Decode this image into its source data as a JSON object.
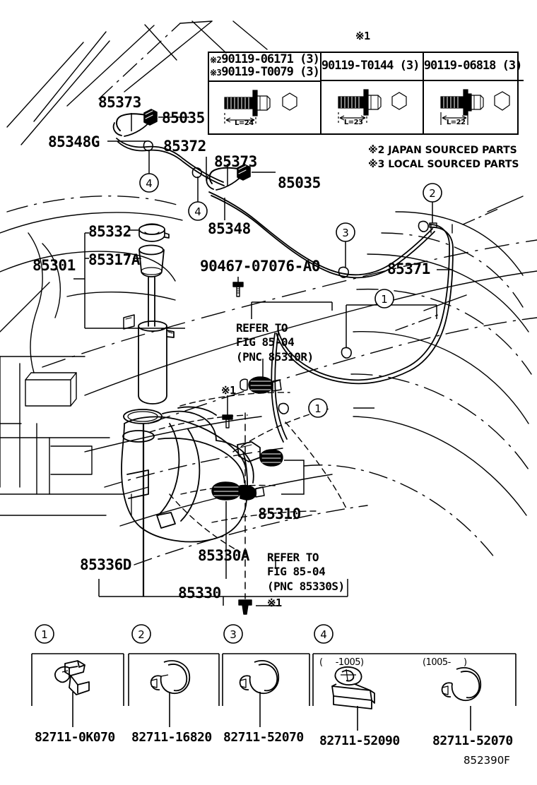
{
  "figure": {
    "code": "852390F",
    "marker1": "※1",
    "marker_asterisk": "※"
  },
  "bolt_table": {
    "header_marker": "※1",
    "columns": [
      {
        "lines": [
          {
            "marker": "※2",
            "part": "90119-06171 (3)"
          },
          {
            "marker": "※3",
            "part": "90119-T0079 (3)"
          }
        ],
        "length_label": "L=24"
      },
      {
        "lines": [
          {
            "marker": "",
            "part": "90119-T0144 (3)"
          }
        ],
        "length_label": "L=23"
      },
      {
        "lines": [
          {
            "marker": "",
            "part": "90119-06818 (3)"
          }
        ],
        "length_label": "L=22"
      }
    ]
  },
  "source_notes": [
    "※2 JAPAN SOURCED PARTS",
    "※3 LOCAL SOURCED PARTS"
  ],
  "diagram_labels": {
    "l_85373_top": "85373",
    "l_85035_top": "85035",
    "l_85348G": "85348G",
    "l_85372": "85372",
    "l_85373_mid": "85373",
    "l_85035_mid": "85035",
    "l_85348": "85348",
    "l_85332": "85332",
    "l_85317A": "85317A",
    "l_85301": "85301",
    "l_90467": "90467-07076-A0",
    "l_85371": "85371",
    "l_85310": "85310",
    "l_85330A": "85330A",
    "l_85336D": "85336D",
    "l_85330": "85330",
    "mk1_a": "※1",
    "mk1_b": "※1",
    "refer_top": "REFER TO\nFIG 85-04\n(PNC 85310R)",
    "refer_bottom": "REFER TO\nFIG 85-04\n(PNC 85330S)"
  },
  "callouts": [
    {
      "id": "c4a",
      "num": "4"
    },
    {
      "id": "c4b",
      "num": "4"
    },
    {
      "id": "c3",
      "num": "3"
    },
    {
      "id": "c2",
      "num": "2"
    },
    {
      "id": "c1a",
      "num": "1"
    },
    {
      "id": "c1b",
      "num": "1"
    }
  ],
  "legend": {
    "items": [
      {
        "num": "1",
        "part": "82711-0K070",
        "range": ""
      },
      {
        "num": "2",
        "part": "82711-16820",
        "range": ""
      },
      {
        "num": "3",
        "part": "82711-52070",
        "range": ""
      }
    ],
    "group4": {
      "num": "4",
      "ranges": [
        "(     -1005)",
        "(1005-     )"
      ],
      "parts": [
        {
          "part": "82711-52090"
        },
        {
          "part": "82711-52070"
        }
      ]
    }
  }
}
